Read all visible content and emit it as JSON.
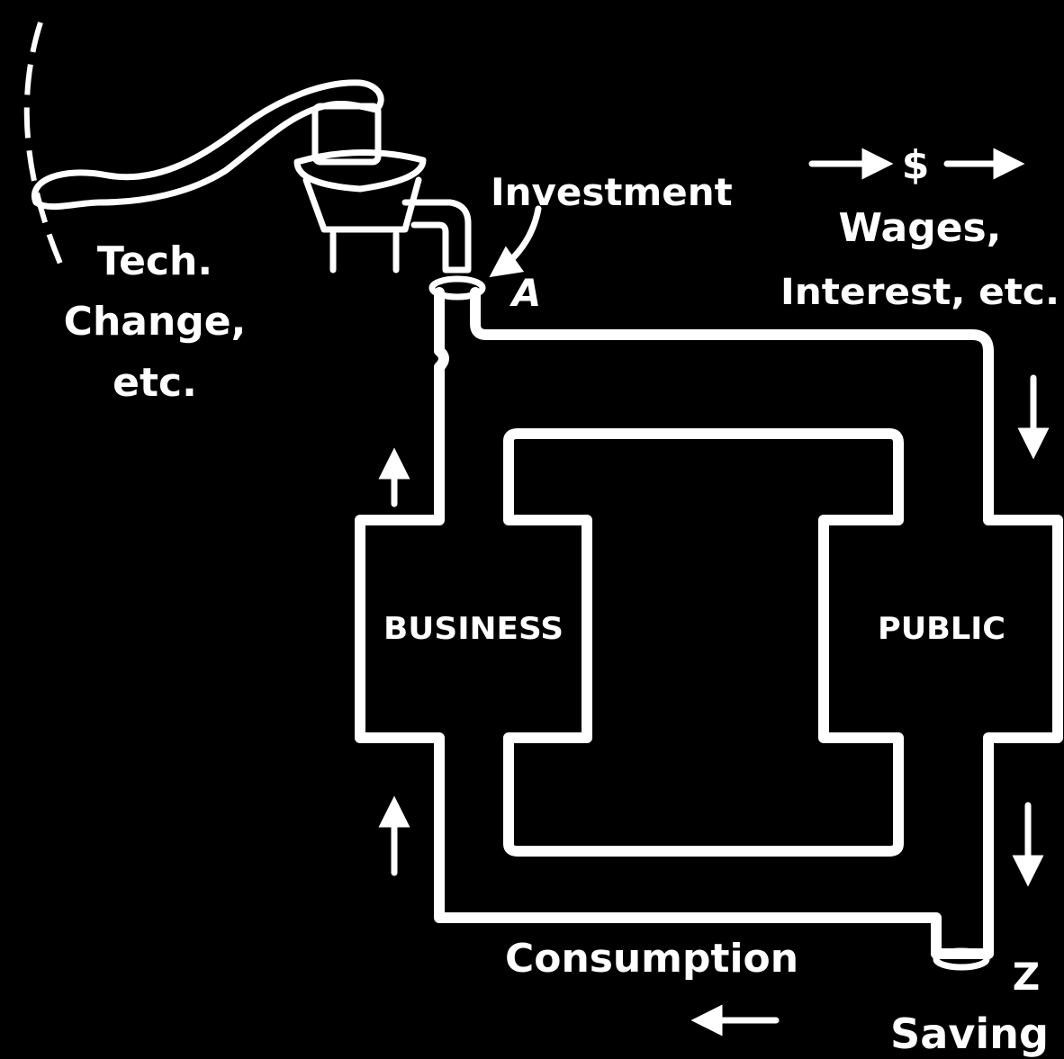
{
  "labels": {
    "tech": "Tech.",
    "change": "Change,",
    "etc_left": "etc.",
    "investment": "Investment",
    "point_a": "A",
    "dollar": "$",
    "wages": "Wages,",
    "interest": "Interest, etc.",
    "business": "BUSINESS",
    "public": "PUBLIC",
    "consumption": "Consumption",
    "point_z": "Z",
    "saving": "Saving"
  },
  "colors": {
    "background": "#000000",
    "ink": "#ffffff"
  }
}
